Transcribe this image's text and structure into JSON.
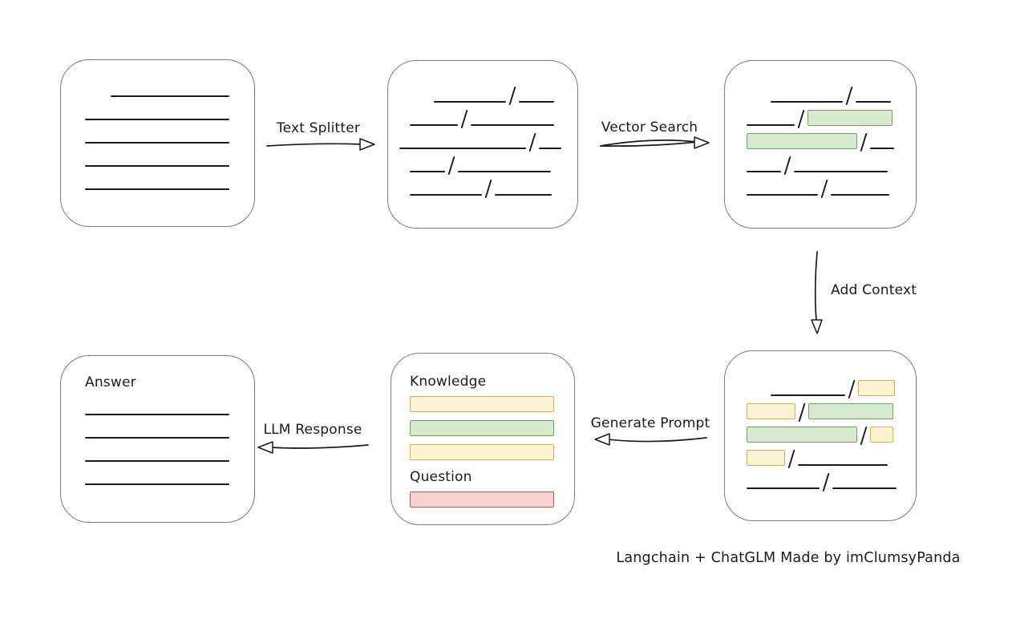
{
  "colors": {
    "background": "#ffffff",
    "ink": "#1b1b1b",
    "box_border": "#7b7b7b",
    "green_fill": "#d7ebd0",
    "green_border": "#6fa35c",
    "yellow_fill": "#fdf3d3",
    "yellow_border": "#d9ad49",
    "red_fill": "#f5d0cd",
    "red_border": "#bb544e"
  },
  "labels": {
    "text_splitter": "Text Splitter",
    "vector_search": "Vector Search",
    "add_context": "Add Context",
    "generate_prompt": "Generate Prompt",
    "llm_response": "LLM Response"
  },
  "caption": "Langchain + ChatGLM Made by imClumsyPanda",
  "answer_box": {
    "label": "Answer"
  },
  "prompt_box": {
    "knowledge_label": "Knowledge",
    "question_label": "Question",
    "knowledge_bars": [
      "yellow",
      "green",
      "yellow"
    ],
    "question_bars": [
      "red"
    ]
  },
  "boxes": {
    "document": {
      "rows": [
        {
          "indent": 62,
          "segs": [
            {
              "t": "line",
              "w": 148
            }
          ]
        },
        {
          "indent": 30,
          "segs": [
            {
              "t": "line",
              "w": 180
            }
          ]
        },
        {
          "indent": 30,
          "segs": [
            {
              "t": "line",
              "w": 180
            }
          ]
        },
        {
          "indent": 30,
          "segs": [
            {
              "t": "line",
              "w": 180
            }
          ]
        },
        {
          "indent": 30,
          "segs": [
            {
              "t": "line",
              "w": 180
            }
          ]
        }
      ]
    },
    "split": {
      "rows": [
        {
          "indent": 57,
          "segs": [
            {
              "t": "line",
              "w": 90
            },
            {
              "t": "slash"
            },
            {
              "t": "line",
              "w": 44
            }
          ]
        },
        {
          "indent": 27,
          "segs": [
            {
              "t": "line",
              "w": 60
            },
            {
              "t": "slash"
            },
            {
              "t": "line",
              "w": 104
            }
          ]
        },
        {
          "indent": 14,
          "segs": [
            {
              "t": "line",
              "w": 158
            },
            {
              "t": "slash"
            },
            {
              "t": "line",
              "w": 28
            }
          ]
        },
        {
          "indent": 27,
          "segs": [
            {
              "t": "line",
              "w": 44
            },
            {
              "t": "slash"
            },
            {
              "t": "line",
              "w": 116
            }
          ]
        },
        {
          "indent": 27,
          "segs": [
            {
              "t": "line",
              "w": 90
            },
            {
              "t": "slash"
            },
            {
              "t": "line",
              "w": 71
            }
          ]
        }
      ]
    },
    "vector_result": {
      "rows": [
        {
          "indent": 57,
          "segs": [
            {
              "t": "line",
              "w": 90
            },
            {
              "t": "slash"
            },
            {
              "t": "line",
              "w": 44
            }
          ]
        },
        {
          "indent": 27,
          "segs": [
            {
              "t": "line",
              "w": 60
            },
            {
              "t": "slash"
            },
            {
              "t": "green",
              "w": 106
            }
          ]
        },
        {
          "indent": 27,
          "segs": [
            {
              "t": "green",
              "w": 138
            },
            {
              "t": "slash"
            },
            {
              "t": "line",
              "w": 30
            }
          ]
        },
        {
          "indent": 27,
          "segs": [
            {
              "t": "line",
              "w": 43
            },
            {
              "t": "slash"
            },
            {
              "t": "line",
              "w": 117
            }
          ]
        },
        {
          "indent": 27,
          "segs": [
            {
              "t": "line",
              "w": 89
            },
            {
              "t": "slash"
            },
            {
              "t": "line",
              "w": 73
            }
          ]
        }
      ]
    },
    "context": {
      "rows": [
        {
          "indent": 57,
          "segs": [
            {
              "t": "line",
              "w": 93
            },
            {
              "t": "slash"
            },
            {
              "t": "yellow",
              "w": 46
            }
          ]
        },
        {
          "indent": 27,
          "segs": [
            {
              "t": "yellow",
              "w": 61
            },
            {
              "t": "slash"
            },
            {
              "t": "green",
              "w": 106
            }
          ]
        },
        {
          "indent": 27,
          "segs": [
            {
              "t": "green",
              "w": 138
            },
            {
              "t": "slash"
            },
            {
              "t": "yellow",
              "w": 29
            }
          ]
        },
        {
          "indent": 27,
          "segs": [
            {
              "t": "yellow",
              "w": 48
            },
            {
              "t": "slash"
            },
            {
              "t": "line",
              "w": 112
            }
          ]
        },
        {
          "indent": 27,
          "segs": [
            {
              "t": "line",
              "w": 91
            },
            {
              "t": "slash"
            },
            {
              "t": "line",
              "w": 80
            }
          ]
        }
      ]
    },
    "answer": {
      "rows": [
        {
          "indent": 0,
          "segs": [
            {
              "t": "line",
              "w": 180
            }
          ]
        },
        {
          "indent": 0,
          "segs": [
            {
              "t": "line",
              "w": 180
            }
          ]
        },
        {
          "indent": 0,
          "segs": [
            {
              "t": "line",
              "w": 180
            }
          ]
        },
        {
          "indent": 0,
          "segs": [
            {
              "t": "line",
              "w": 180
            }
          ]
        }
      ]
    }
  }
}
